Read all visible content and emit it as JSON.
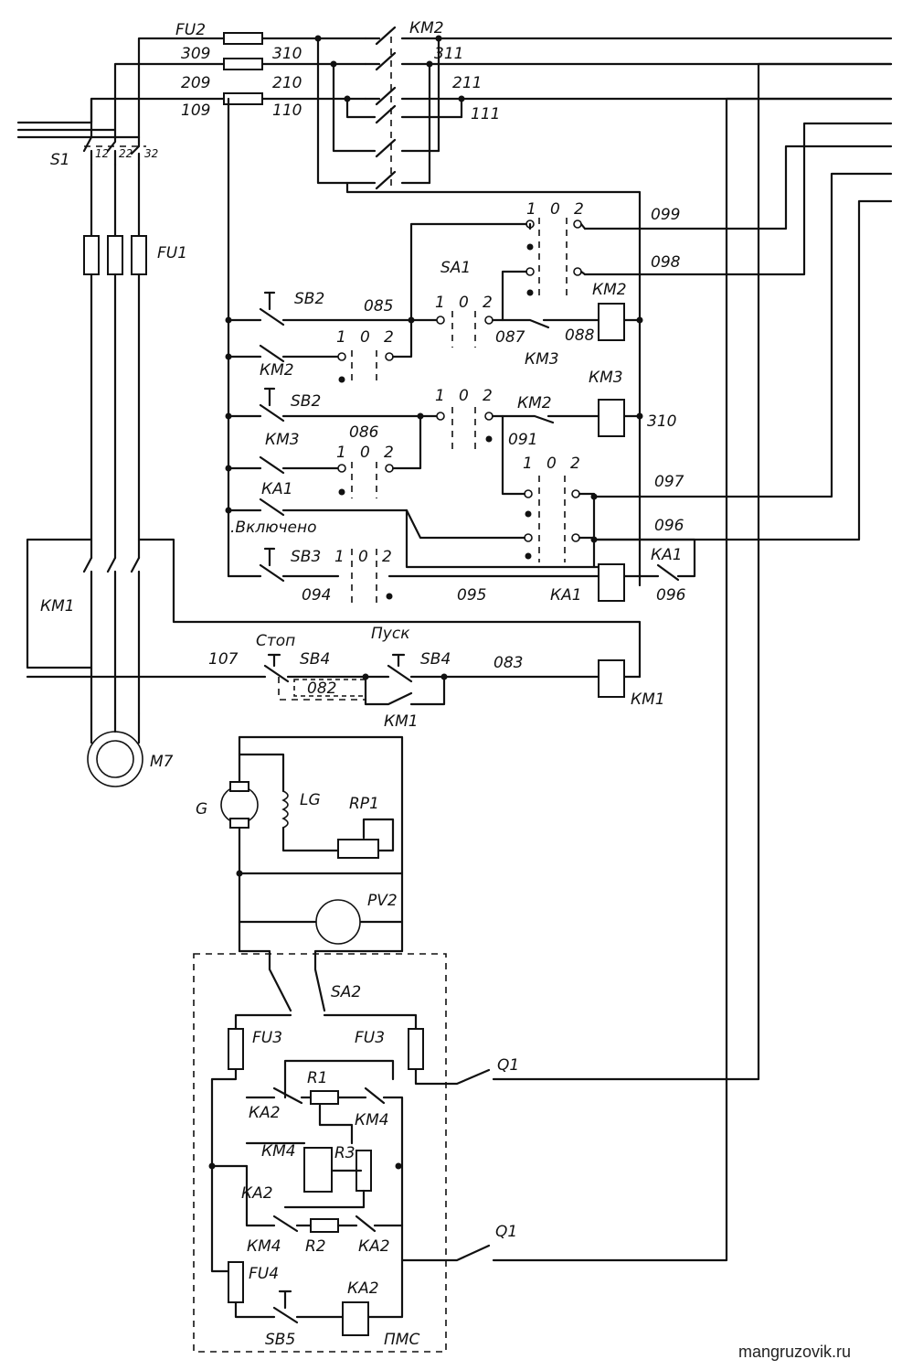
{
  "title": "",
  "watermark": "mangruzovik.ru",
  "labels": {
    "fu2": "FU2",
    "km2_top": "КМ2",
    "w309": "309",
    "w310_top": "310",
    "w311": "311",
    "w209": "209",
    "w210": "210",
    "w211": "211",
    "w109": "109",
    "w110": "110",
    "w111": "111",
    "s1": "S1",
    "t12": "12",
    "t22": "22",
    "t32": "32",
    "fu1": "FU1",
    "w099": "099",
    "w098": "098",
    "sa1": "SA1",
    "km2_coil": "КМ2",
    "km3_coil": "КМ3",
    "sb2_a": "SB2",
    "w085": "085",
    "n1_a": "1",
    "n0_a": "0",
    "n2_a": "2",
    "n1_b": "1",
    "n0_b": "0",
    "n2_b": "2",
    "n1_c": "1",
    "n0_c": "0",
    "n2_c": "2",
    "n1_d": "1",
    "n0_d": "0",
    "n2_d": "2",
    "n1_e": "1",
    "n0_e": "0",
    "n2_e": "2",
    "n1_f": "1",
    "n0_f": "0",
    "n2_f": "2",
    "n1_g": "1",
    "n0_g": "0",
    "n2_g": "2",
    "w087": "087",
    "w088": "088",
    "km3_cont": "КМ3",
    "km2_cont_a": "КМ2",
    "sb2_b": "SB2",
    "km2_cont_b": "КМ2",
    "w091": "091",
    "w310_mid": "310",
    "km3_cont_b": "КМ3",
    "w086": "086",
    "ka1_a": "КА1",
    "w097": "097",
    "vkl": ".Включено",
    "w096_a": "096",
    "sb3": "SB3",
    "w094": "094",
    "w095": "095",
    "ka1_coil": "КА1",
    "ka1_b": "КА1",
    "w096_b": "096",
    "km1_main": "КМ1",
    "stop": "Стоп",
    "pusk": "Пуск",
    "w107": "107",
    "sb4_a": "SB4",
    "sb4_b": "SB4",
    "w083": "083",
    "w082": "082",
    "km1_cont": "КМ1",
    "km1_coil": "КМ1",
    "m7": "М7",
    "g": "G",
    "lg": "LG",
    "rp1": "RP1",
    "pv2": "PV2",
    "sa2": "SA2",
    "fu3_l": "FU3",
    "fu3_r": "FU3",
    "q1_a": "Q1",
    "q1_b": "Q1",
    "r1": "R1",
    "ka2_a": "КА2",
    "km4_a": "КМ4",
    "km4_b": "КМ4",
    "r3": "R3",
    "ka2_b": "КА2",
    "km4_c": "КМ4",
    "r2": "R2",
    "ka2_c": "КА2",
    "fu4": "FU4",
    "ka2_coil": "КА2",
    "sb5": "SB5",
    "pms": "ПМС"
  }
}
